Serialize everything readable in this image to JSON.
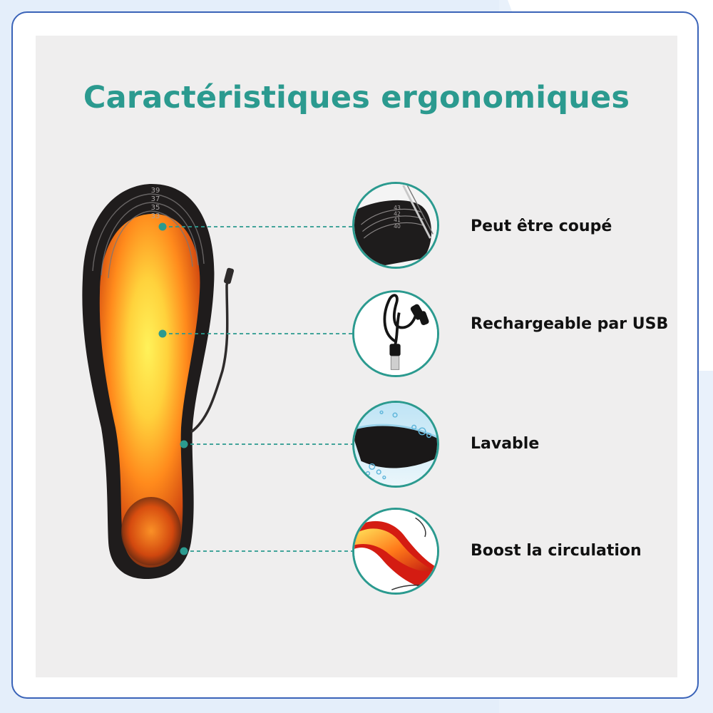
{
  "title": "Caractéristiques ergonomiques",
  "accent_color": "#2b9a8f",
  "frame_color": "#3a63b8",
  "insole": {
    "size_marks": [
      "39",
      "37",
      "35",
      "33"
    ]
  },
  "features": [
    {
      "label": "Peut être coupé",
      "icon": "scissors-cut-insole-icon",
      "thumb_marks": [
        "43",
        "42",
        "41",
        "40"
      ]
    },
    {
      "label": "Rechargeable par USB",
      "icon": "usb-cable-icon"
    },
    {
      "label": "Lavable",
      "icon": "water-wash-icon"
    },
    {
      "label": "Boost la circulation",
      "icon": "heat-circulation-icon"
    }
  ]
}
